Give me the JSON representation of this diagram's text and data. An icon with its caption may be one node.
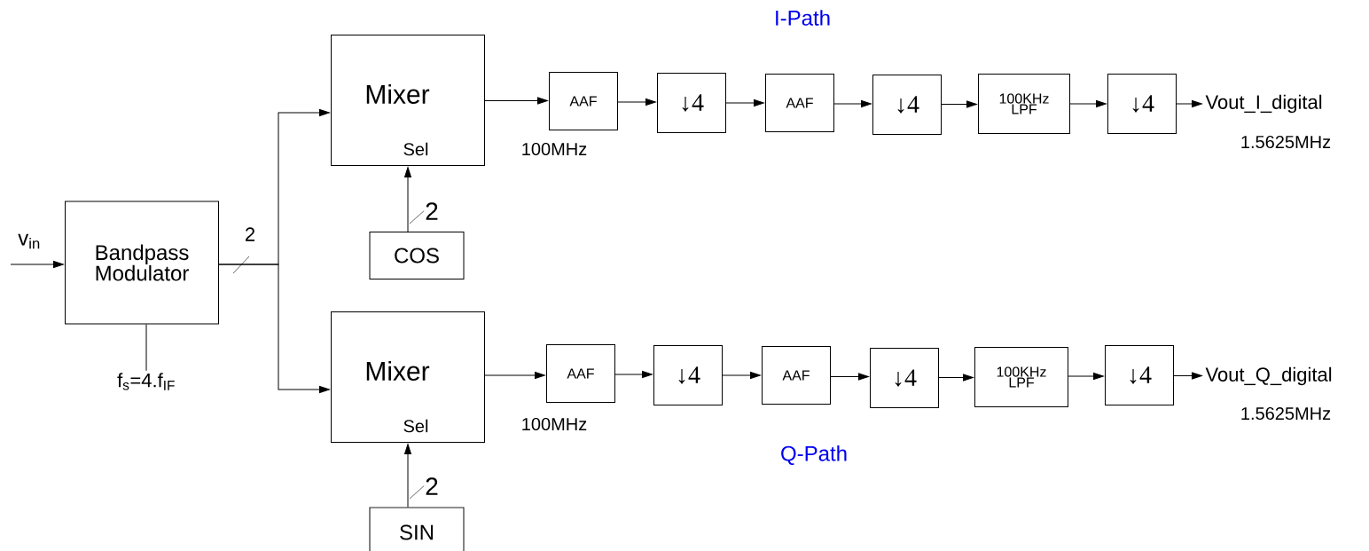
{
  "diagram": {
    "nodes": [
      {
        "text": [
          "Bandpass Modulator"
        ]
      },
      {
        "text": [
          "f$_{s}$=4.f$_{IF}$"
        ]
      },
      {
        "text": [
          "Mixer",
          "Sel"
        ]
      },
      {
        "text": [
          "COS"
        ]
      },
      {
        "text": [
          "AAF"
        ]
      },
      {
        "text": [
          "↓4"
        ]
      },
      {
        "text": [
          "AAF"
        ]
      },
      {
        "text": [
          "↓4"
        ]
      },
      {
        "text": [
          "100KHz LPF"
        ]
      },
      {
        "text": [
          "↓4"
        ]
      },
      {
        "text": [
          "Vout_I_digital"
        ],
        "beside": [
          "1.5625MHz"
        ]
      },
      {
        "text": [
          "Mixer",
          "Sel"
        ]
      },
      {
        "text": [
          "SIN"
        ]
      },
      {
        "text": [
          "AAF"
        ]
      },
      {
        "text": [
          "↓4"
        ]
      },
      {
        "text": [
          "AAF"
        ]
      },
      {
        "text": [
          "↓4"
        ]
      },
      {
        "text": [
          "100KHz LPF"
        ]
      },
      {
        "text": [
          "↓4"
        ]
      },
      {
        "text": [
          "Vout_Q_digital"
        ],
        "beside": [
          "1.5625MHz"
        ]
      }
    ],
    "edges": [
      {
        "from": null,
        "to": 0,
        "arrow": "to"
      },
      {
        "from": 0,
        "to": 1,
        "arrow": "none"
      },
      {
        "from": 0,
        "to": 2,
        "arrow": "to"
      },
      {
        "from": 0,
        "to": 11,
        "arrow": "to"
      },
      {
        "from": 3,
        "to": 2,
        "arrow": "to",
        "label": "2"
      },
      {
        "from": 2,
        "to": 4,
        "arrow": "to"
      },
      {
        "from": 4,
        "to": 5,
        "arrow": "to"
      },
      {
        "from": 5,
        "to": 6,
        "arrow": "to"
      },
      {
        "from": 6,
        "to": 7,
        "arrow": "to"
      },
      {
        "from": 7,
        "to": 8,
        "arrow": "to"
      },
      {
        "from": 8,
        "to": 9,
        "arrow": "to"
      },
      {
        "from": 9,
        "to": 10,
        "arrow": "to"
      },
      {
        "from": 12,
        "to": 11,
        "arrow": "to",
        "label": "2"
      },
      {
        "from": 11,
        "to": 13,
        "arrow": "to"
      },
      {
        "from": 13,
        "to": 14,
        "arrow": "to"
      },
      {
        "from": 14,
        "to": 15,
        "arrow": "to"
      },
      {
        "from": 15,
        "to": 16,
        "arrow": "to"
      },
      {
        "from": 16,
        "to": 17,
        "arrow": "to"
      },
      {
        "from": 17,
        "to": 18,
        "arrow": "to"
      },
      {
        "from": 18,
        "to": 19,
        "arrow": "to"
      }
    ],
    "labels": [
      "I-Path",
      "v$_{in}$",
      "2",
      "100MHz",
      "100MHz",
      "Q-Path"
    ]
  }
}
